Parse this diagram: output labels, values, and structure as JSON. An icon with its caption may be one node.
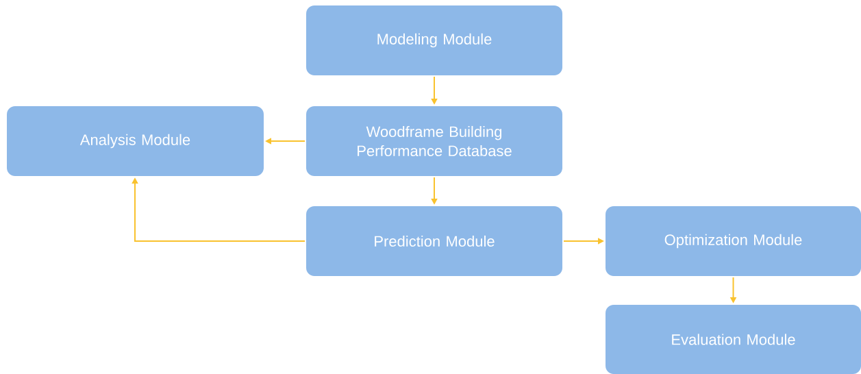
{
  "diagram": {
    "nodes": [
      {
        "text": [
          "Modeling Module"
        ]
      },
      {
        "text": [
          "Woodframe Building Performance Database"
        ]
      },
      {
        "text": [
          "Analysis Module"
        ]
      },
      {
        "text": [
          "Prediction Module"
        ]
      },
      {
        "text": [
          "Optimization Module"
        ]
      },
      {
        "text": [
          "Evaluation Module"
        ]
      }
    ],
    "edges": [
      {
        "from": 0,
        "to": 1,
        "arrow": "to"
      },
      {
        "from": 1,
        "to": 2,
        "arrow": "to"
      },
      {
        "from": 1,
        "to": 3,
        "arrow": "to"
      },
      {
        "from": 3,
        "to": 2,
        "arrow": "to"
      },
      {
        "from": 3,
        "to": 4,
        "arrow": "to"
      },
      {
        "from": 4,
        "to": 5,
        "arrow": "to"
      }
    ]
  }
}
